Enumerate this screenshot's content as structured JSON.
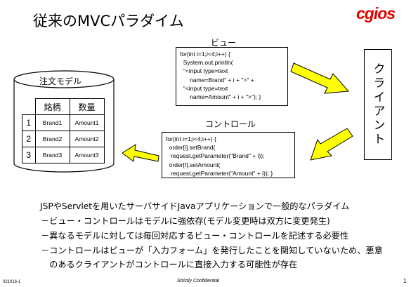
{
  "title": "従来のMVCパラダイム",
  "logo": "cgios",
  "view": {
    "label": "ビュー",
    "code": "for(int i=1;i<4;i++) {\n  System.out.println(\n  \"<input type=text\n      name=Brand\" + i + \">\" +\n  \"<input type=text\n      name=Amount\" + i + \">\"); }"
  },
  "controller": {
    "label": "コントロール",
    "code": "for(int i=1;i<4;i++) {\n  order[i].setBrand(\n   request.getParameter(\"Brand\" + i));\n  order[I].setAmount(\n   request.getParameter(\"Amount\" + i)); }"
  },
  "client": {
    "label": "クライアント"
  },
  "model": {
    "label": "注文モデル",
    "headers": [
      "銘柄",
      "数量"
    ],
    "rows": [
      {
        "no": "1",
        "brand": "Brand1",
        "amount": "Amount1"
      },
      {
        "no": "2",
        "brand": "Brand2",
        "amount": "Amount2"
      },
      {
        "no": "3",
        "brand": "Brand3",
        "amount": "Amount3"
      }
    ]
  },
  "description": [
    "JSPやServletを用いたサーバサイドJavaアプリケーションで一般的なパラダイム",
    "－ビュー・コントロールはモデルに強依存(モデル変更時は双方に変更発生)",
    "－異なるモデルに対しては毎回対応するビュー・コントロールを記述する必要性",
    "－コントロールはビューが「入力フォーム」を発行したことを関知していないため、悪意",
    "　のあるクライアントがコントロールに直接入力する可能性が存在"
  ],
  "footer": {
    "left": "021016-1",
    "center": "Strictly Confidential",
    "page": "1"
  },
  "colors": {
    "arrow_fill": "#ffff00",
    "logo": "#e00000"
  }
}
